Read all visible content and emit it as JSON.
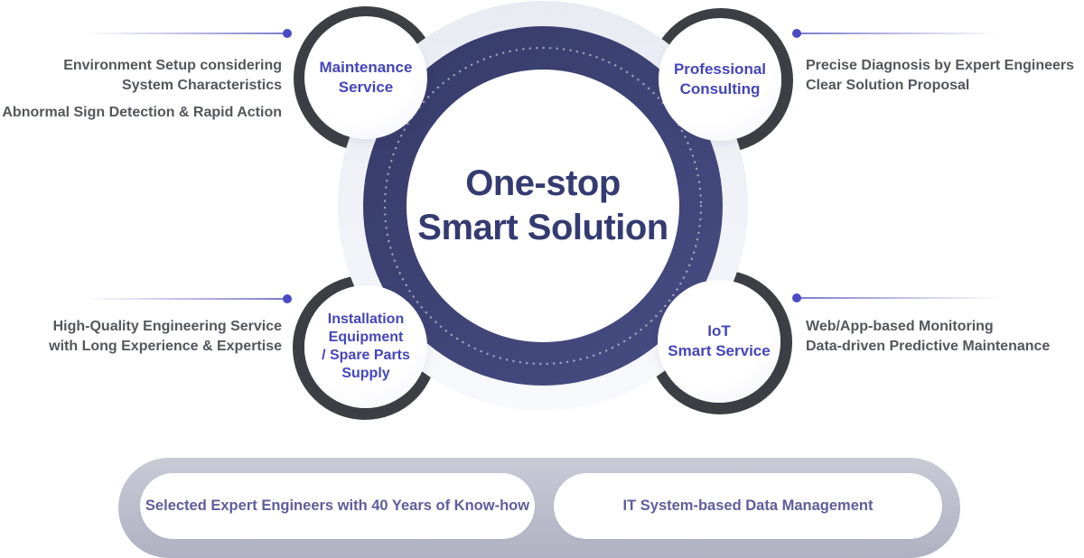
{
  "center": {
    "title_lines": [
      "One-stop",
      "Smart Solution"
    ]
  },
  "satellites": {
    "maintenance": {
      "lines": [
        "Maintenance",
        "Service"
      ]
    },
    "professional": {
      "lines": [
        "Professional",
        "Consulting"
      ]
    },
    "installation": {
      "lines": [
        "Installation",
        "Equipment",
        "/ Spare Parts",
        "Supply"
      ]
    },
    "iot": {
      "lines": [
        "IoT",
        "Smart Service"
      ]
    }
  },
  "annotations": {
    "top_left": {
      "lines": [
        "Environment Setup considering",
        "System Characteristics",
        "Abnormal Sign Detection & Rapid Action"
      ]
    },
    "top_right": {
      "lines": [
        "Precise Diagnosis by Expert Engineers",
        "Clear Solution Proposal"
      ]
    },
    "bottom_left": {
      "lines": [
        "High-Quality Engineering Service",
        "with Long Experience & Expertise"
      ]
    },
    "bottom_right": {
      "lines": [
        "Web/App-based Monitoring",
        "Data-driven Predictive Maintenance"
      ]
    }
  },
  "footer": {
    "left_pill": "Selected Expert Engineers with 40 Years of Know-how",
    "right_pill": "IT System-based Data Management"
  },
  "colors": {
    "navy_ring_start": "#353a68",
    "navy_ring_end": "#474d83",
    "dark_ring": "#3c3f44",
    "light_ring_start": "#e9ebf3",
    "light_ring_end": "#f8f9fc",
    "accent_blue": "#4545bb",
    "center_text": "#343b71",
    "annotation_text": "#54565c",
    "footer_text": "#5e5e9c",
    "connector": "#4a4ac4",
    "shadow_gray": "#b6b7c6"
  }
}
